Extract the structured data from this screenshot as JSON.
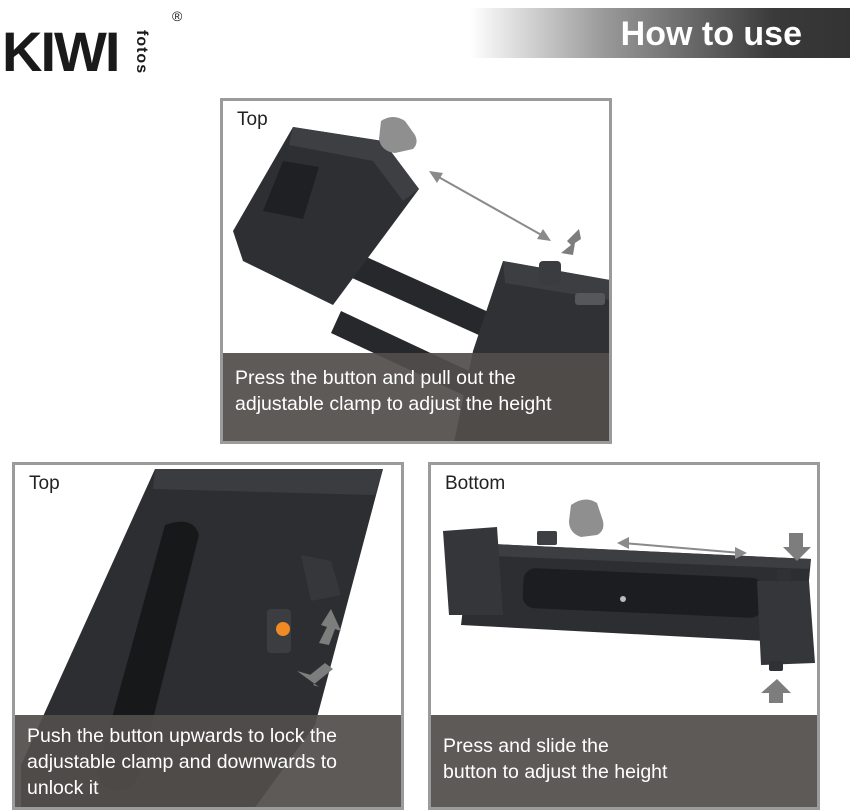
{
  "brand": {
    "logo_text": "KIWI",
    "sub_text": "fotos",
    "registered": "®"
  },
  "header": {
    "title": "How to use"
  },
  "panels": [
    {
      "label": "Top",
      "caption_line1": "Press the button and pull out the",
      "caption_line2": "adjustable clamp to adjust the height"
    },
    {
      "label": "Top",
      "caption_line1": "Push the button upwards to lock the",
      "caption_line2": "adjustable clamp and downwards to",
      "caption_line3": "unlock it"
    },
    {
      "label": "Bottom",
      "caption_line1": "Press and slide the",
      "caption_line2": "button to adjust the height"
    }
  ],
  "colors": {
    "caption_bg": "#524e4b",
    "border": "#9b9b9b",
    "device": "#2b2d30",
    "arrow": "#7d7d7d",
    "indicator": "#f08a24"
  }
}
